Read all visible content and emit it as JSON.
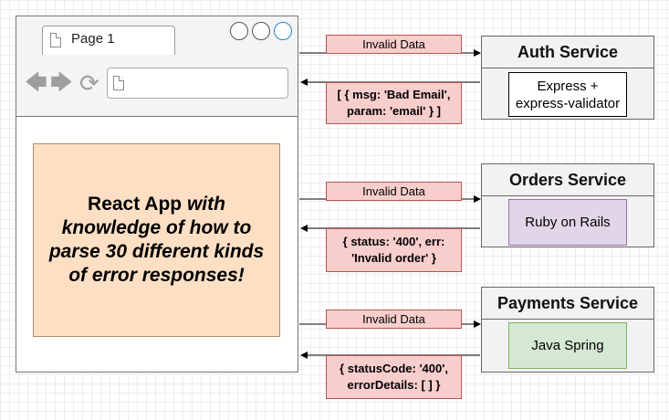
{
  "browser": {
    "tab_label": "Page 1",
    "app_text_bold": "React App",
    "app_text_italic": "with knowledge of how to parse 30 different kinds of error responses!"
  },
  "services": [
    {
      "title": "Auth Service",
      "technology_lines": [
        "Express +",
        "express-validator"
      ],
      "request_label": "Invalid Data",
      "response_lines": [
        "[ { msg: 'Bad Email',",
        "param: 'email' } ]"
      ]
    },
    {
      "title": "Orders Service",
      "technology_lines": [
        "Ruby on Rails"
      ],
      "request_label": "Invalid Data",
      "response_lines": [
        "{ status: '400', err:",
        "'Invalid order' }"
      ]
    },
    {
      "title": "Payments Service",
      "technology_lines": [
        "Java Spring"
      ],
      "request_label": "Invalid Data",
      "response_lines": [
        "{ statusCode: '400',",
        "errorDetails: [ ] }"
      ]
    }
  ],
  "colors": {
    "app_fill": "#fddfc4",
    "message_fill": "#f8cecc",
    "auth_tech_fill": "#ffffff",
    "orders_tech_fill": "#e1d5e7",
    "payments_tech_fill": "#d5e8d4",
    "active_window_button": "#1e88d6"
  }
}
